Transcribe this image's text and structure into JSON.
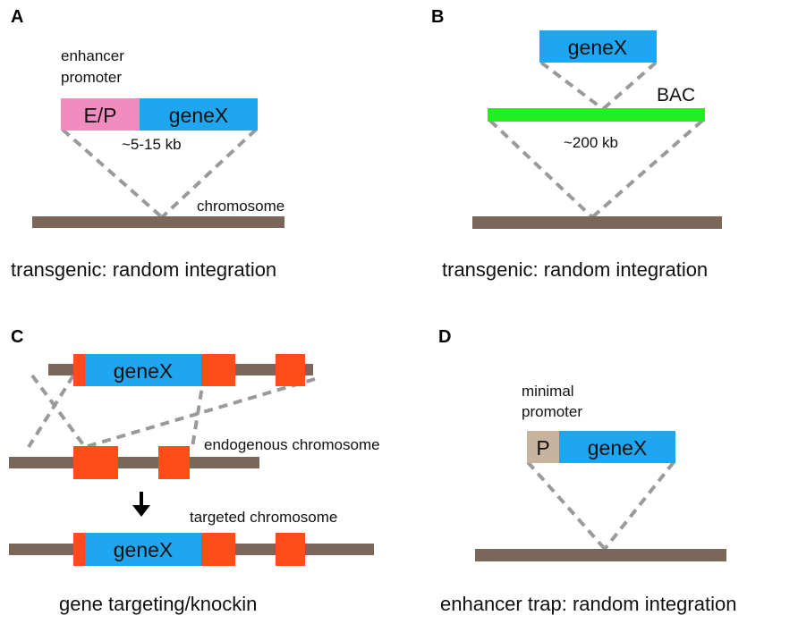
{
  "colors": {
    "chromosome": "#7a675a",
    "gene": "#1ea7f0",
    "enhancer_promoter": "#f08cbf",
    "bac": "#22ee22",
    "homology": "#ff4d1a",
    "minimal_promoter": "#c8b39e",
    "dashed_line": "#9a9a9a"
  },
  "panel_a": {
    "label": "A",
    "element_label": "enhancer\npromoter",
    "element_label_line1": "enhancer",
    "element_label_line2": "promoter",
    "ep_box": "E/P",
    "gene_box": "geneX",
    "size": "~5-15 kb",
    "chromosome_label": "chromosome",
    "caption": "transgenic: random integration"
  },
  "panel_b": {
    "label": "B",
    "gene_box": "geneX",
    "bac_label": "BAC",
    "size": "~200 kb",
    "caption": "transgenic: random integration"
  },
  "panel_c": {
    "label": "C",
    "gene_box_top": "geneX",
    "endogenous_label": "endogenous chromosome",
    "arrow_icon": "down-arrow-icon",
    "targeted_label": "targeted chromosome",
    "gene_box_bottom": "geneX",
    "caption": "gene targeting/knockin"
  },
  "panel_d": {
    "label": "D",
    "element_label_line1": "minimal",
    "element_label_line2": "promoter",
    "p_box": "P",
    "gene_box": "geneX",
    "caption": "enhancer trap: random integration"
  }
}
